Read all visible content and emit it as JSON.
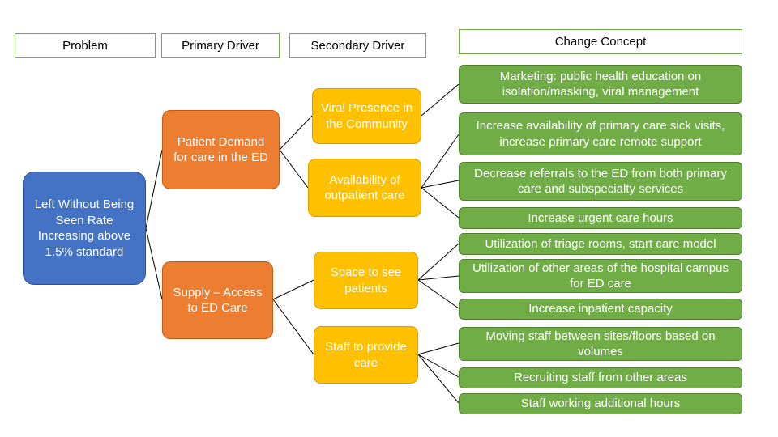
{
  "headers": {
    "problem": "Problem",
    "primary_driver": "Primary Driver",
    "secondary_driver": "Secondary Driver",
    "change_concept": "Change Concept"
  },
  "problem": "Left Without Being Seen Rate Increasing above 1.5% standard",
  "primary_drivers": [
    "Patient Demand for care in the ED",
    "Supply – Access to ED Care"
  ],
  "secondary_drivers": [
    "Viral Presence in the Community",
    "Availability of outpatient care",
    "Space to see patients",
    "Staff to provide care"
  ],
  "change_concepts": [
    "Marketing: public health education on isolation/masking, viral management",
    "Increase availability of primary care sick visits, increase primary care remote support",
    "Decrease referrals to the ED from both primary care and subspecialty services",
    "Increase urgent care hours",
    "Utilization of triage rooms, start care model",
    "Utilization of other areas of the hospital campus for ED care",
    "Increase inpatient capacity",
    "Moving staff between sites/floors based on volumes",
    "Recruiting staff from other areas",
    "Staff working additional hours"
  ],
  "colors": {
    "problem": "#4472c4",
    "primary_driver": "#ed7d31",
    "secondary_driver": "#ffc000",
    "change_concept": "#70ad47",
    "header_border": "#70ad47",
    "connector": "#000000"
  }
}
